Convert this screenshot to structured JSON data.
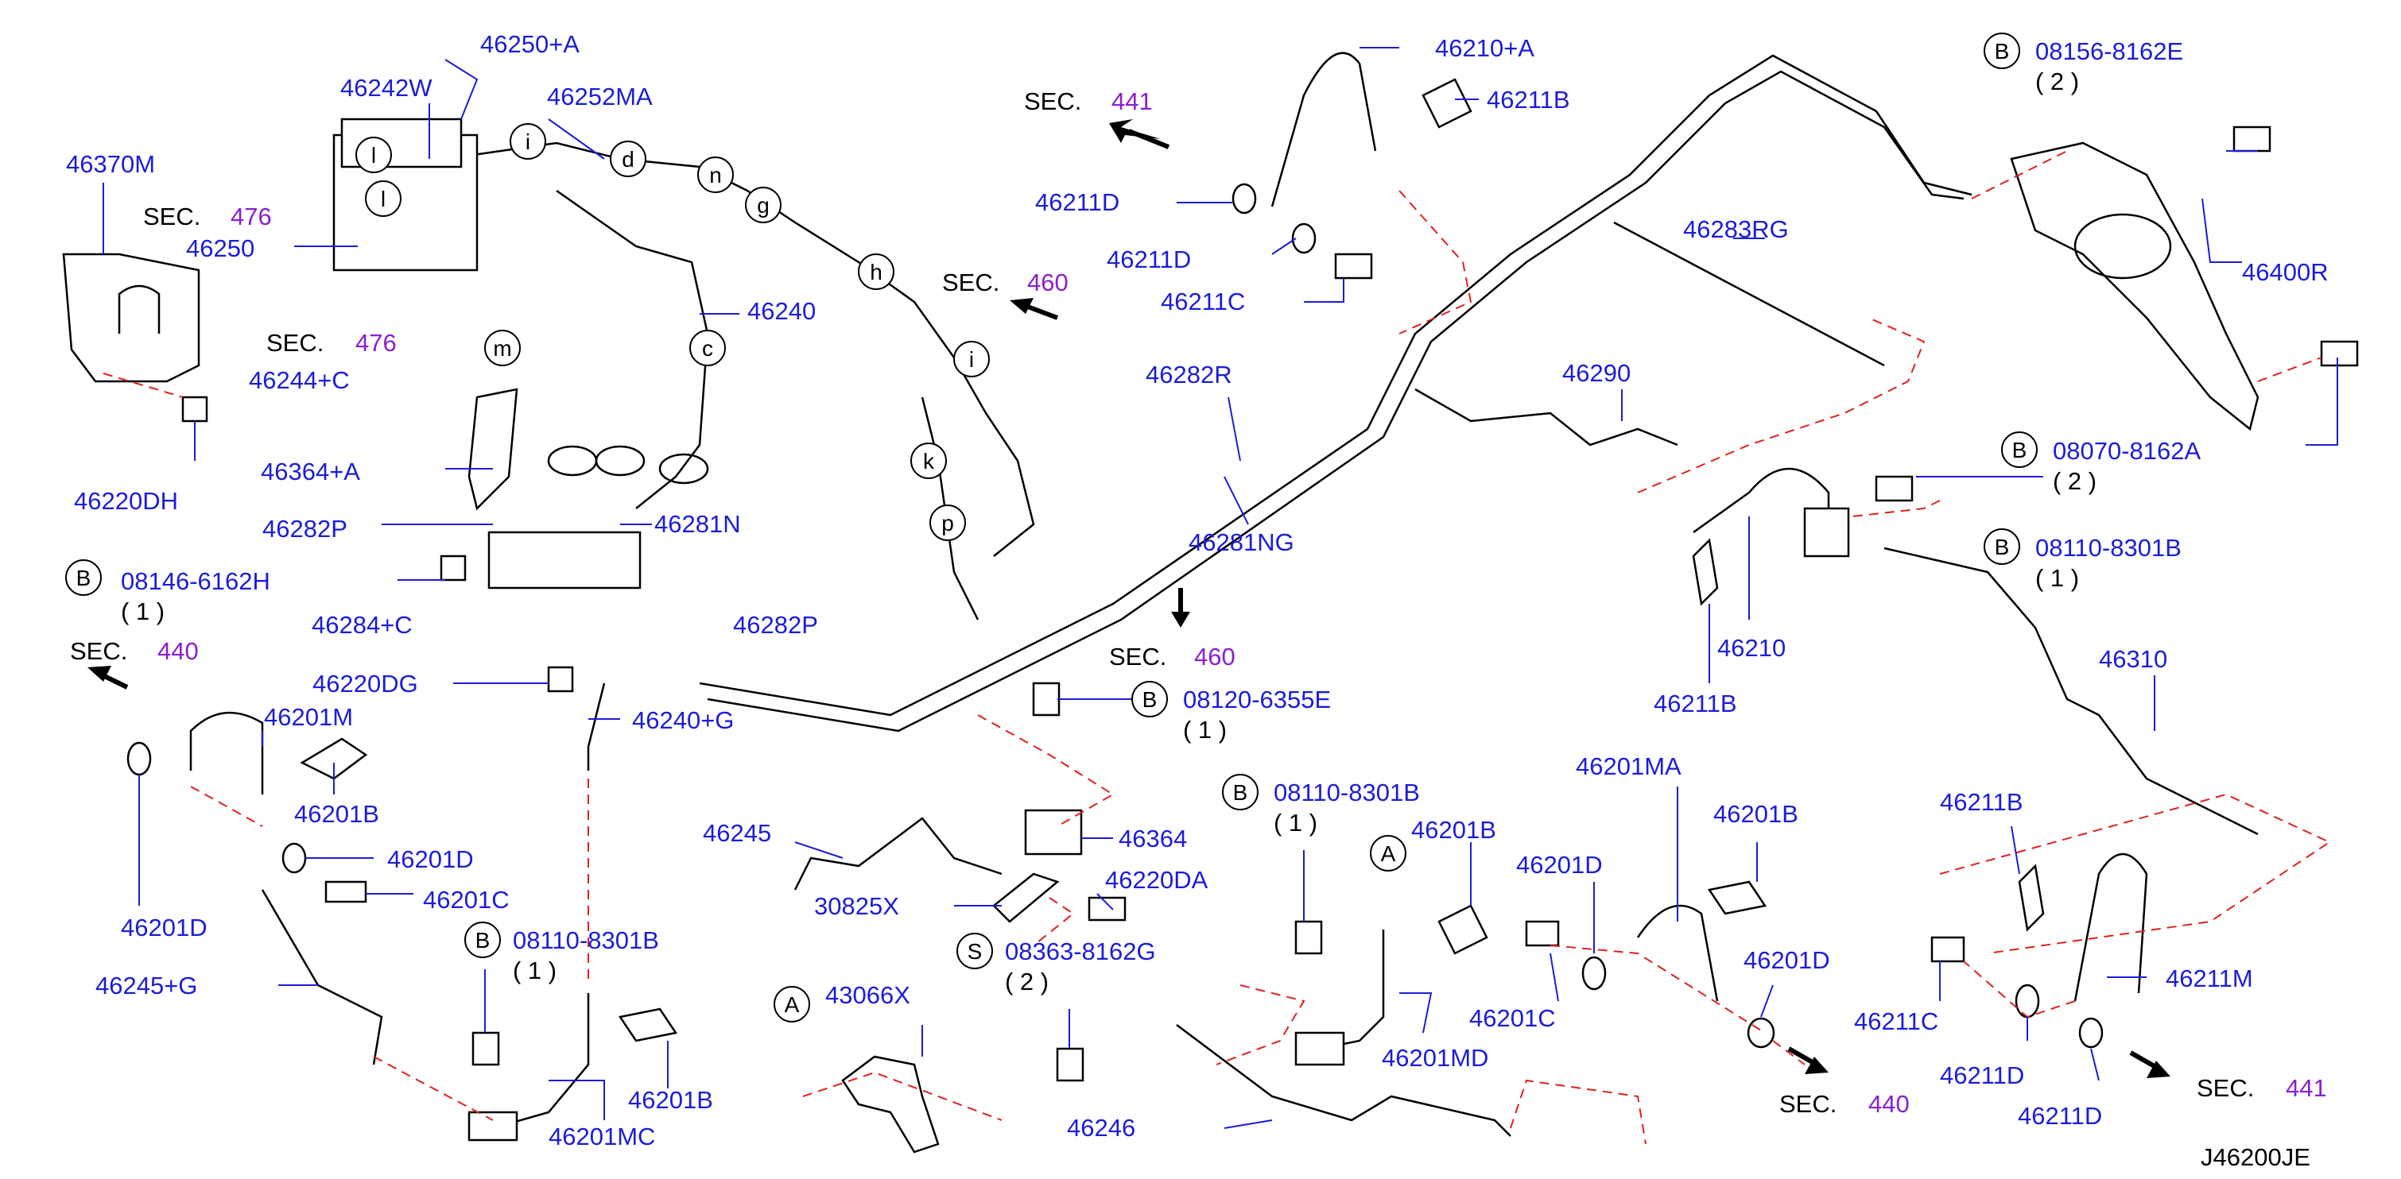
{
  "diagram_id": "J46200JE",
  "colors": {
    "part_label": "#1c1cd8",
    "sec_number": "#8a1fd0",
    "dashed_line": "#e02020",
    "line_art": "#000000"
  },
  "labels": {
    "p46250A": "46250+A",
    "p46242W": "46242W",
    "p46252MA": "46252MA",
    "p46370M": "46370M",
    "p46250": "46250",
    "p46240": "46240",
    "p46244C": "46244+C",
    "p46364A": "46364+A",
    "p46282P": "46282P",
    "p46281N": "46281N",
    "p46220DH": "46220DH",
    "p08146": "08146-6162H",
    "p46220DG": "46220DG",
    "p46240G": "46240+G",
    "p46201M": "46201M",
    "p46201B_a": "46201B",
    "p46201D_a": "46201D",
    "p46201C_a": "46201C",
    "p46201D_b": "46201D",
    "p46245G": "46245+G",
    "p08110_a": "08110-8301B",
    "p46201B_b": "46201B",
    "p46201MC": "46201MC",
    "p46210A": "46210+A",
    "p46211B_a": "46211B",
    "p46211D_a": "46211D",
    "p46211D_b": "46211D",
    "p46211C_a": "46211C",
    "p46282R": "46282R",
    "p46281NG": "46281NG",
    "p08120": "08120-6355E",
    "p46245": "46245",
    "p46364": "46364",
    "p30825X": "30825X",
    "p46220DA": "46220DA",
    "p08363": "08363-8162G",
    "p43066X": "43066X",
    "p46246": "46246",
    "p08110_b": "08110-8301B",
    "p46201B_c": "46201B",
    "p46201MD": "46201MD",
    "p46201MA": "46201MA",
    "p46201B_d": "46201B",
    "p46201D_c": "46201D",
    "p46201C_b": "46201C",
    "p46201D_d": "46201D",
    "p08156": "08156-8162E",
    "p46283RG": "46283RG",
    "p46400R": "46400R",
    "p46290": "46290",
    "p08070": "08070-8162A",
    "p08110_c": "08110-8301B",
    "p46210": "46210",
    "p46211B_b": "46211B",
    "p46310": "46310",
    "p46211B_c": "46211B",
    "p46211M": "46211M",
    "p46211C_b": "46211C",
    "p46211D_c": "46211D",
    "p46211D_d": "46211D",
    "p46284C": "46284+C",
    "p46282": "46282P"
  },
  "quantities": {
    "q08146": "( 1 )",
    "q08110_a": "( 1 )",
    "q08120": "( 1 )",
    "q08363": "( 2 )",
    "q08110_b": "( 1 )",
    "q08156": "( 2 )",
    "q08070": "( 2 )",
    "q08110_c": "( 1 )"
  },
  "sec_refs": [
    {
      "word": "SEC.",
      "num": "441"
    },
    {
      "word": "SEC.",
      "num": "460"
    },
    {
      "word": "SEC.",
      "num": "476"
    },
    {
      "word": "SEC.",
      "num": "476"
    },
    {
      "word": "SEC.",
      "num": "440"
    },
    {
      "word": "SEC.",
      "num": "460"
    },
    {
      "word": "SEC.",
      "num": "440"
    },
    {
      "word": "SEC.",
      "num": "441"
    }
  ],
  "circle_letters": {
    "l1": "l",
    "l2": "l",
    "i1": "i",
    "d": "d",
    "n": "n",
    "g": "g",
    "h": "h",
    "i2": "i",
    "c": "c",
    "m": "m",
    "k": "k",
    "p": "p",
    "A1": "A",
    "A2": "A",
    "B1": "B",
    "B2": "B",
    "B3": "B",
    "B4": "B",
    "B5": "B",
    "B6": "B",
    "B7": "B",
    "S1": "S"
  }
}
